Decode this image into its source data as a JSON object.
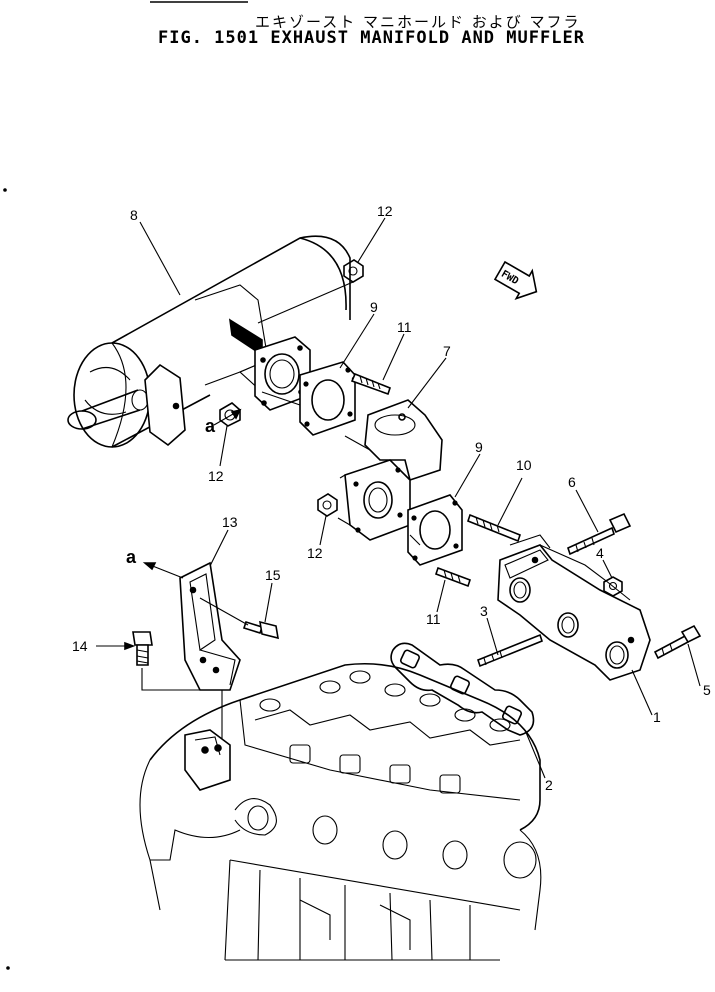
{
  "header": {
    "title_jp": "エキゾースト マニホールド および マフラ",
    "title_en": "FIG. 1501  EXHAUST MANIFOLD AND MUFFLER"
  },
  "fwd_indicator": "FWD",
  "reference_markers": [
    "a",
    "a"
  ],
  "callouts": [
    {
      "id": "c8",
      "label": "8"
    },
    {
      "id": "c12a",
      "label": "12"
    },
    {
      "id": "c9a",
      "label": "9"
    },
    {
      "id": "c11a",
      "label": "11"
    },
    {
      "id": "c7",
      "label": "7"
    },
    {
      "id": "c12b",
      "label": "12"
    },
    {
      "id": "c9b",
      "label": "9"
    },
    {
      "id": "c10",
      "label": "10"
    },
    {
      "id": "c6",
      "label": "6"
    },
    {
      "id": "c4",
      "label": "4"
    },
    {
      "id": "c12c",
      "label": "12"
    },
    {
      "id": "c13",
      "label": "13"
    },
    {
      "id": "c15",
      "label": "15"
    },
    {
      "id": "c3",
      "label": "3"
    },
    {
      "id": "c11b",
      "label": "11"
    },
    {
      "id": "c14",
      "label": "14"
    },
    {
      "id": "c5",
      "label": "5"
    },
    {
      "id": "c1",
      "label": "1"
    },
    {
      "id": "c2",
      "label": "2"
    }
  ]
}
